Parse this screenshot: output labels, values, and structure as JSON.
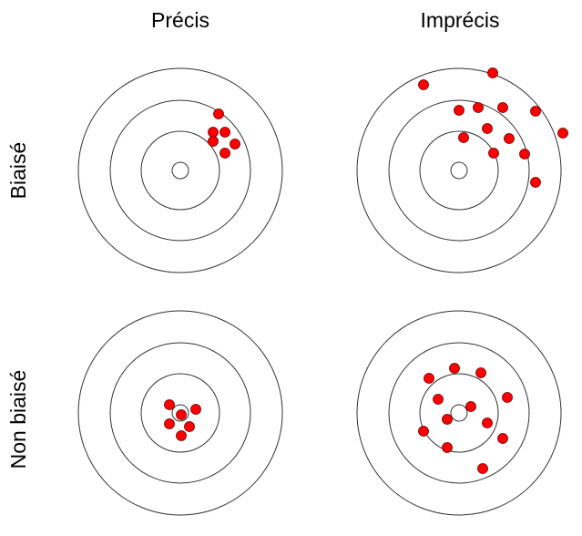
{
  "columns": [
    "Précis",
    "Imprécis"
  ],
  "rows": [
    "Biaisé",
    "Non biaisé"
  ],
  "colors": {
    "dot": "#ff0000",
    "dot_stroke": "#6b0000",
    "ring": "#333333"
  }
}
